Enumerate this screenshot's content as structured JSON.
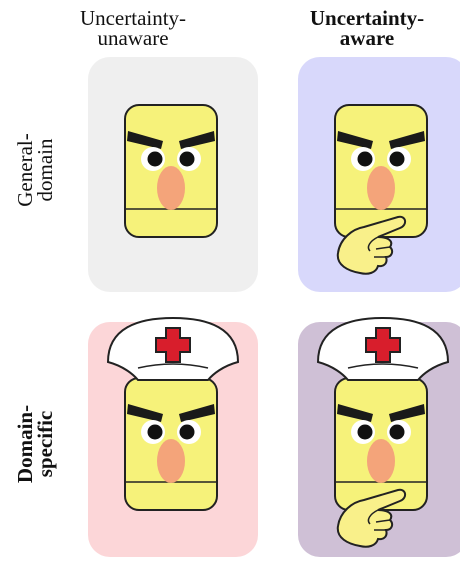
{
  "columns": [
    {
      "label_line1": "Uncertainty-",
      "label_line2": "unaware"
    },
    {
      "label_line1": "Uncertainty-",
      "label_line2": "aware"
    }
  ],
  "rows": [
    {
      "label_line1": "General-",
      "label_line2": "domain"
    },
    {
      "label_line1": "Domain-",
      "label_line2": "specific"
    }
  ],
  "colors": {
    "cell_general_unaware": "#efefef",
    "cell_general_aware": "#d8d8fb",
    "cell_specific_unaware": "#fcd6d8",
    "cell_specific_aware": "#cfc0d6",
    "face": "#f6f27a",
    "nose": "#f4a47a",
    "brow": "#1a1a1a",
    "cross": "#d81e2c",
    "hand": "#f9f08a"
  },
  "icons": {
    "face": "angry-yellow-face-icon",
    "hat": "nurse-hat-icon",
    "hand": "pointing-hand-chin-icon"
  }
}
